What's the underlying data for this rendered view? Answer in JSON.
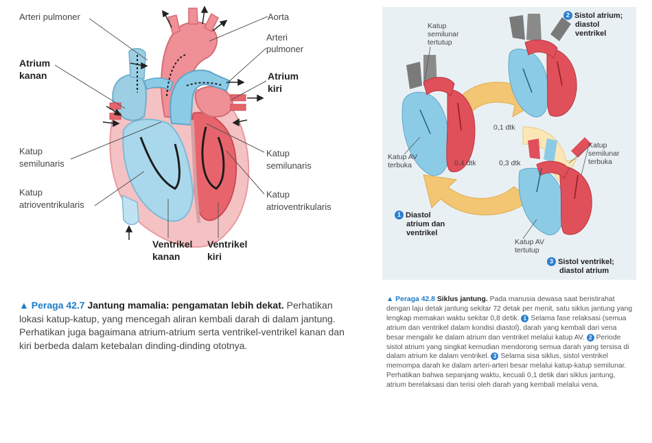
{
  "heart": {
    "labels": {
      "arteri_pulmoner_left": "Arteri pulmoner",
      "aorta": "Aorta",
      "arteri_pulmoner_right_1": "Arteri",
      "arteri_pulmoner_right_2": "pulmoner",
      "atrium_kanan_1": "Atrium",
      "atrium_kanan_2": "kanan",
      "atrium_kiri_1": "Atrium",
      "atrium_kiri_2": "kiri",
      "katup_semilunaris_left_1": "Katup",
      "katup_semilunaris_left_2": "semilunaris",
      "katup_semilunaris_right_1": "Katup",
      "katup_semilunaris_right_2": "semilunaris",
      "katup_av_left_1": "Katup",
      "katup_av_left_2": "atrioventrikularis",
      "katup_av_right_1": "Katup",
      "katup_av_right_2": "atrioventrikularis",
      "ventrikel_kanan_1": "Ventrikel",
      "ventrikel_kanan_2": "kanan",
      "ventrikel_kiri_1": "Ventrikel",
      "ventrikel_kiri_2": "kiri"
    }
  },
  "cycle": {
    "stage1": {
      "num": "1",
      "line1": "Diastol",
      "line2": "atrium dan",
      "line3": "ventrikel"
    },
    "stage2": {
      "num": "2",
      "line1": "Sistol atrium;",
      "line2": "diastol",
      "line3": "ventrikel"
    },
    "stage3": {
      "num": "3",
      "line1": "Sistol ventrikel;",
      "line2": "diastol atrium"
    },
    "labels": {
      "katup_semilunar_tertutup_1": "Katup",
      "katup_semilunar_tertutup_2": "semilunar",
      "katup_semilunar_tertutup_3": "tertutup",
      "katup_av_terbuka_1": "Katup AV",
      "katup_av_terbuka_2": "terbuka",
      "katup_semilunar_terbuka_1": "Katup",
      "katup_semilunar_terbuka_2": "semilunar",
      "katup_semilunar_terbuka_3": "terbuka",
      "katup_av_tertutup_1": "Katup AV",
      "katup_av_tertutup_2": "tertutup"
    },
    "times": {
      "t1": "0,1 dtk",
      "t2": "0,4 dtk",
      "t3": "0,3 dtk"
    }
  },
  "caption_left": {
    "fig": "▲ Peraga 42.7",
    "title": "Jantung mamalia: pengamatan lebih dekat.",
    "body": "Perhatikan lokasi katup-katup, yang mencegah aliran kembali darah di dalam jantung. Perhatikan juga bagaimana atrium-atrium serta ventrikel-ventrikel kanan dan kiri berbeda dalam ketebalan dinding-dinding ototnya."
  },
  "caption_right": {
    "fig": "▲ Peraga 42.8",
    "title": "Siklus jantung.",
    "intro": "Pada manusia dewasa saat beristirahat dengan laju detak jantung sekitar 72 detak per menit, satu siklus jantung yang lengkap memakan waktu sekitar 0,8 detik.",
    "b1": "1",
    "p1": "Selama fase relaksasi (semua atrium dan ventrikel dalam kondisi diastol), darah yang kembali dari vena besar mengalir ke dalam atrium dan ventrikel melalui katup AV.",
    "b2": "2",
    "p2": "Periode sistol atrium yang singkat kemudian mendorong semua darah yang tersisa di dalam atrium ke dalam ventrikel.",
    "b3": "3",
    "p3": "Selama sisa siklus, sistol ventrikel memompa darah ke dalam arteri-arteri besar melalui katup-katup semilunar. Perhatikan bahwa sepanjang waktu, kecuali 0,1 detik dari siklus jantung, atrium berelaksasi dan terisi oleh darah yang kembali melalui vena."
  },
  "colors": {
    "red": "#e0505a",
    "pink": "#f2a9ae",
    "blue": "#8ccbe6",
    "light_blue": "#bfe3f2",
    "yellow_arrow": "#f3c673",
    "accent": "#1e7bc6"
  }
}
